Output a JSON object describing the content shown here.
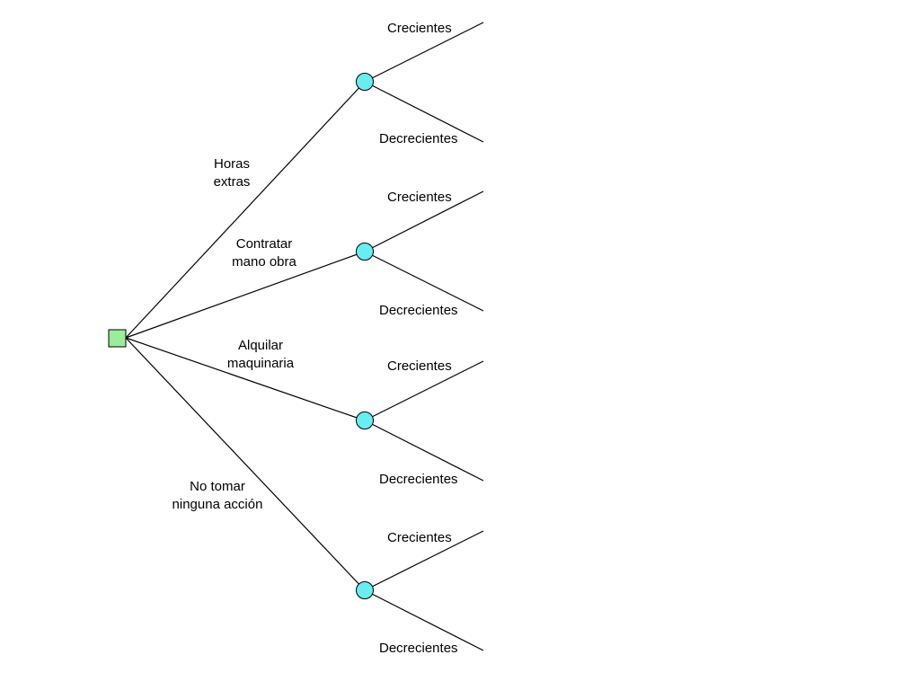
{
  "colors": {
    "decision_fill": "#99ee99",
    "chance_fill": "#66eef0",
    "line": "#000000"
  },
  "branches": [
    {
      "line1": "Horas",
      "line2": "extras",
      "outcomes": {
        "up": "Crecientes",
        "down": "Decrecientes"
      }
    },
    {
      "line1": "Contratar",
      "line2": "mano obra",
      "outcomes": {
        "up": "Crecientes",
        "down": "Decrecientes"
      }
    },
    {
      "line1": "Alquilar",
      "line2": "maquinaria",
      "outcomes": {
        "up": "Crecientes",
        "down": "Decrecientes"
      }
    },
    {
      "line1": "No tomar",
      "line2": "ninguna acción",
      "outcomes": {
        "up": "Crecientes",
        "down": "Decrecientes"
      }
    }
  ]
}
